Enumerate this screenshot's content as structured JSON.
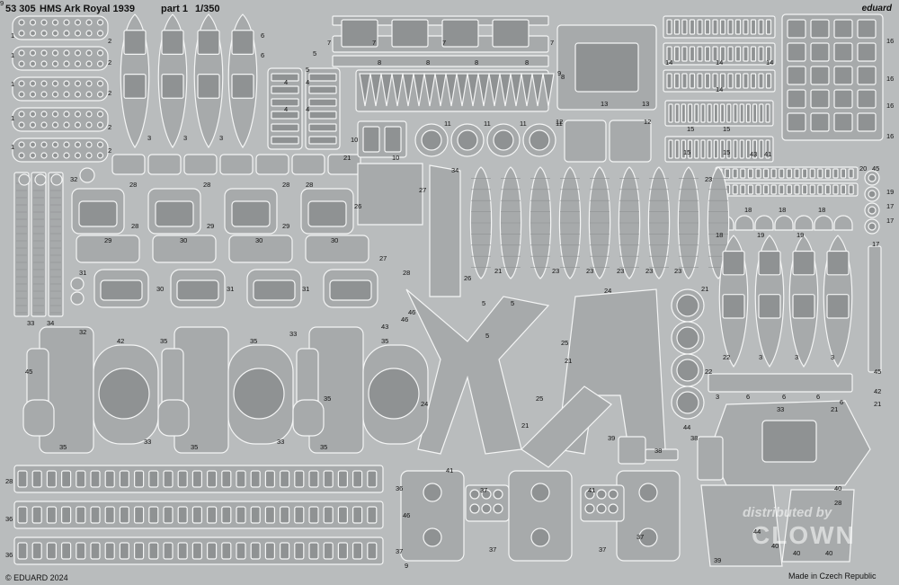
{
  "sheet": {
    "code": "53 305",
    "title": "HMS Ark Royal 1939",
    "part": "part 1",
    "scale": "1/350",
    "brand": "eduard",
    "copyright": "© EDUARD 2024",
    "origin": "Made in Czech Republic"
  },
  "watermark": {
    "line1": "distributed by",
    "line2": "CLOWN"
  },
  "colors": {
    "fret": "#b9bcbd",
    "part": "#a7aaab",
    "etched": "#8f9293",
    "outline": "#f4f5f5",
    "text": "#111111"
  },
  "part_numbers": [
    "1",
    "1",
    "1",
    "1",
    "1",
    "2",
    "2",
    "2",
    "2",
    "2",
    "3",
    "3",
    "3",
    "6",
    "6",
    "5",
    "5",
    "4",
    "4",
    "4",
    "4",
    "7",
    "7",
    "7",
    "7",
    "8",
    "8",
    "8",
    "8",
    "8",
    "9",
    "13",
    "13",
    "14",
    "14",
    "14",
    "14",
    "16",
    "16",
    "16",
    "16",
    "10",
    "10",
    "11",
    "11",
    "11",
    "11",
    "12",
    "12",
    "15",
    "15",
    "15",
    "15",
    "21",
    "32",
    "28",
    "28",
    "28",
    "28",
    "28",
    "29",
    "29",
    "29",
    "30",
    "30",
    "30",
    "30",
    "31",
    "31",
    "31",
    "32",
    "33",
    "34",
    "34",
    "26",
    "26",
    "27",
    "27",
    "28",
    "21",
    "23",
    "23",
    "23",
    "23",
    "23",
    "23",
    "18",
    "18",
    "18",
    "18",
    "19",
    "19",
    "19",
    "17",
    "17",
    "17",
    "20",
    "45",
    "45",
    "5",
    "5",
    "5",
    "24",
    "24",
    "25",
    "25",
    "21",
    "21",
    "21",
    "22",
    "22",
    "3",
    "3",
    "3",
    "3",
    "6",
    "6",
    "6",
    "6",
    "21",
    "21",
    "45",
    "42",
    "42",
    "35",
    "35",
    "35",
    "35",
    "35",
    "35",
    "35",
    "33",
    "33",
    "33",
    "33",
    "39",
    "39",
    "38",
    "38",
    "44",
    "44",
    "40",
    "40",
    "40",
    "40",
    "28",
    "28",
    "36",
    "36",
    "36",
    "37",
    "37",
    "37",
    "37",
    "37",
    "41",
    "41",
    "41",
    "43",
    "43",
    "46",
    "46",
    "46",
    "9",
    "9"
  ]
}
